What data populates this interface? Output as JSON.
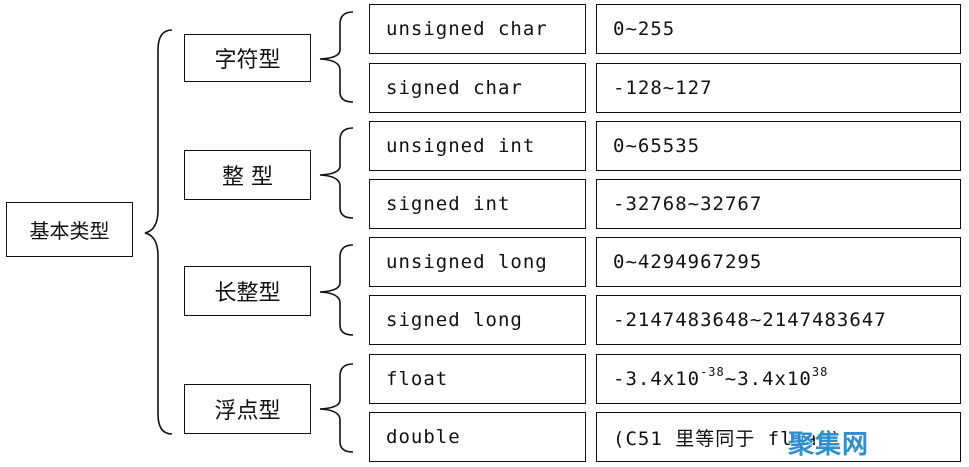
{
  "root": {
    "label": "基本类型"
  },
  "categories": [
    {
      "label": "字符型",
      "rows": [
        {
          "type": "unsigned char",
          "range": "0~255"
        },
        {
          "type": "signed char",
          "range": "-128~127"
        }
      ]
    },
    {
      "label": "整 型",
      "rows": [
        {
          "type": "unsigned int",
          "range": "0~65535"
        },
        {
          "type": "signed int",
          "range": "-32768~32767"
        }
      ]
    },
    {
      "label": "长整型",
      "rows": [
        {
          "type": "unsigned long",
          "range": "0~4294967295"
        },
        {
          "type": "signed long",
          "range": "-2147483648~2147483647"
        }
      ]
    },
    {
      "label": "浮点型",
      "rows": [
        {
          "type": "float",
          "range": {
            "prefix": "-3.4x10",
            "exp1": "-38",
            "mid": "~3.4x10",
            "exp2": "38"
          }
        },
        {
          "type": "double",
          "range": "(C51 里等同于 float)"
        }
      ]
    }
  ],
  "watermark": "聚集网"
}
